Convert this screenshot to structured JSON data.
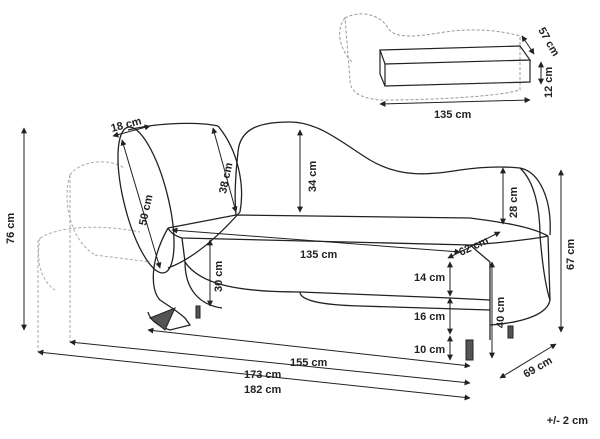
{
  "dimensions": {
    "storage_depth": "57 cm",
    "storage_height": "12 cm",
    "storage_width": "135 cm",
    "pillow_depth": "18 cm",
    "pillow_diameter": "50 cm",
    "pillow_height": "38 cm",
    "back_height": "34 cm",
    "arm_height": "28 cm",
    "seat_width": "135 cm",
    "seat_depth": "62 cm",
    "base_height": "30 cm",
    "seat_cushion": "14 cm",
    "frame_height": "16 cm",
    "leg_height": "10 cm",
    "seat_height": "40 cm",
    "total_height_right": "67 cm",
    "total_height_left": "76 cm",
    "base_length": "155 cm",
    "mid_length": "173 cm",
    "total_length": "182 cm",
    "total_depth": "69 cm"
  },
  "tolerance": "+/- 2 cm"
}
